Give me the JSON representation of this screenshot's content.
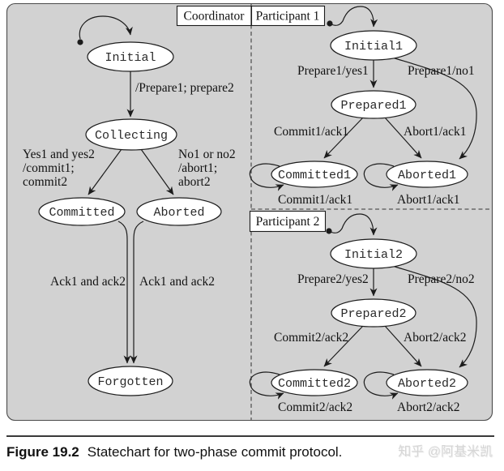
{
  "colors": {
    "diagram_bg": "#d2d2d2",
    "state_fill": "#ffffff",
    "line": "#1c1c1c",
    "watermark": "#d6d6d6"
  },
  "panels": {
    "coordinator": {
      "label": "Coordinator",
      "states": {
        "initial": "Initial",
        "collecting": "Collecting",
        "committed": "Committed",
        "aborted": "Aborted",
        "forgotten": "Forgotten"
      },
      "transitions": {
        "prepare": "/Prepare1; prepare2",
        "yes_lines": [
          "Yes1 and yes2",
          "/commit1;",
          "commit2"
        ],
        "no_lines": [
          "No1 or no2",
          "/abort1;",
          "abort2"
        ],
        "ack_left": "Ack1 and ack2",
        "ack_right": "Ack1 and ack2"
      }
    },
    "participant1": {
      "label": "Participant 1",
      "states": {
        "initial": "Initial1",
        "prepared": "Prepared1",
        "committed": "Committed1",
        "aborted": "Aborted1"
      },
      "transitions": {
        "prepare_yes": "Prepare1/yes1",
        "prepare_no": "Prepare1/no1",
        "commit": "Commit1/ack1",
        "abort": "Abort1/ack1",
        "commit_self": "Commit1/ack1",
        "abort_self": "Abort1/ack1"
      }
    },
    "participant2": {
      "label": "Participant 2",
      "states": {
        "initial": "Initial2",
        "prepared": "Prepared2",
        "committed": "Committed2",
        "aborted": "Aborted2"
      },
      "transitions": {
        "prepare_yes": "Prepare2/yes2",
        "prepare_no": "Prepare2/no2",
        "commit": "Commit2/ack2",
        "abort": "Abort2/ack2",
        "commit_self": "Commit2/ack2",
        "abort_self": "Abort2/ack2"
      }
    }
  },
  "caption": {
    "label": "Figure 19.2",
    "text": "Statechart for two-phase commit protocol.",
    "watermark": "知乎 @阿基米凯"
  }
}
